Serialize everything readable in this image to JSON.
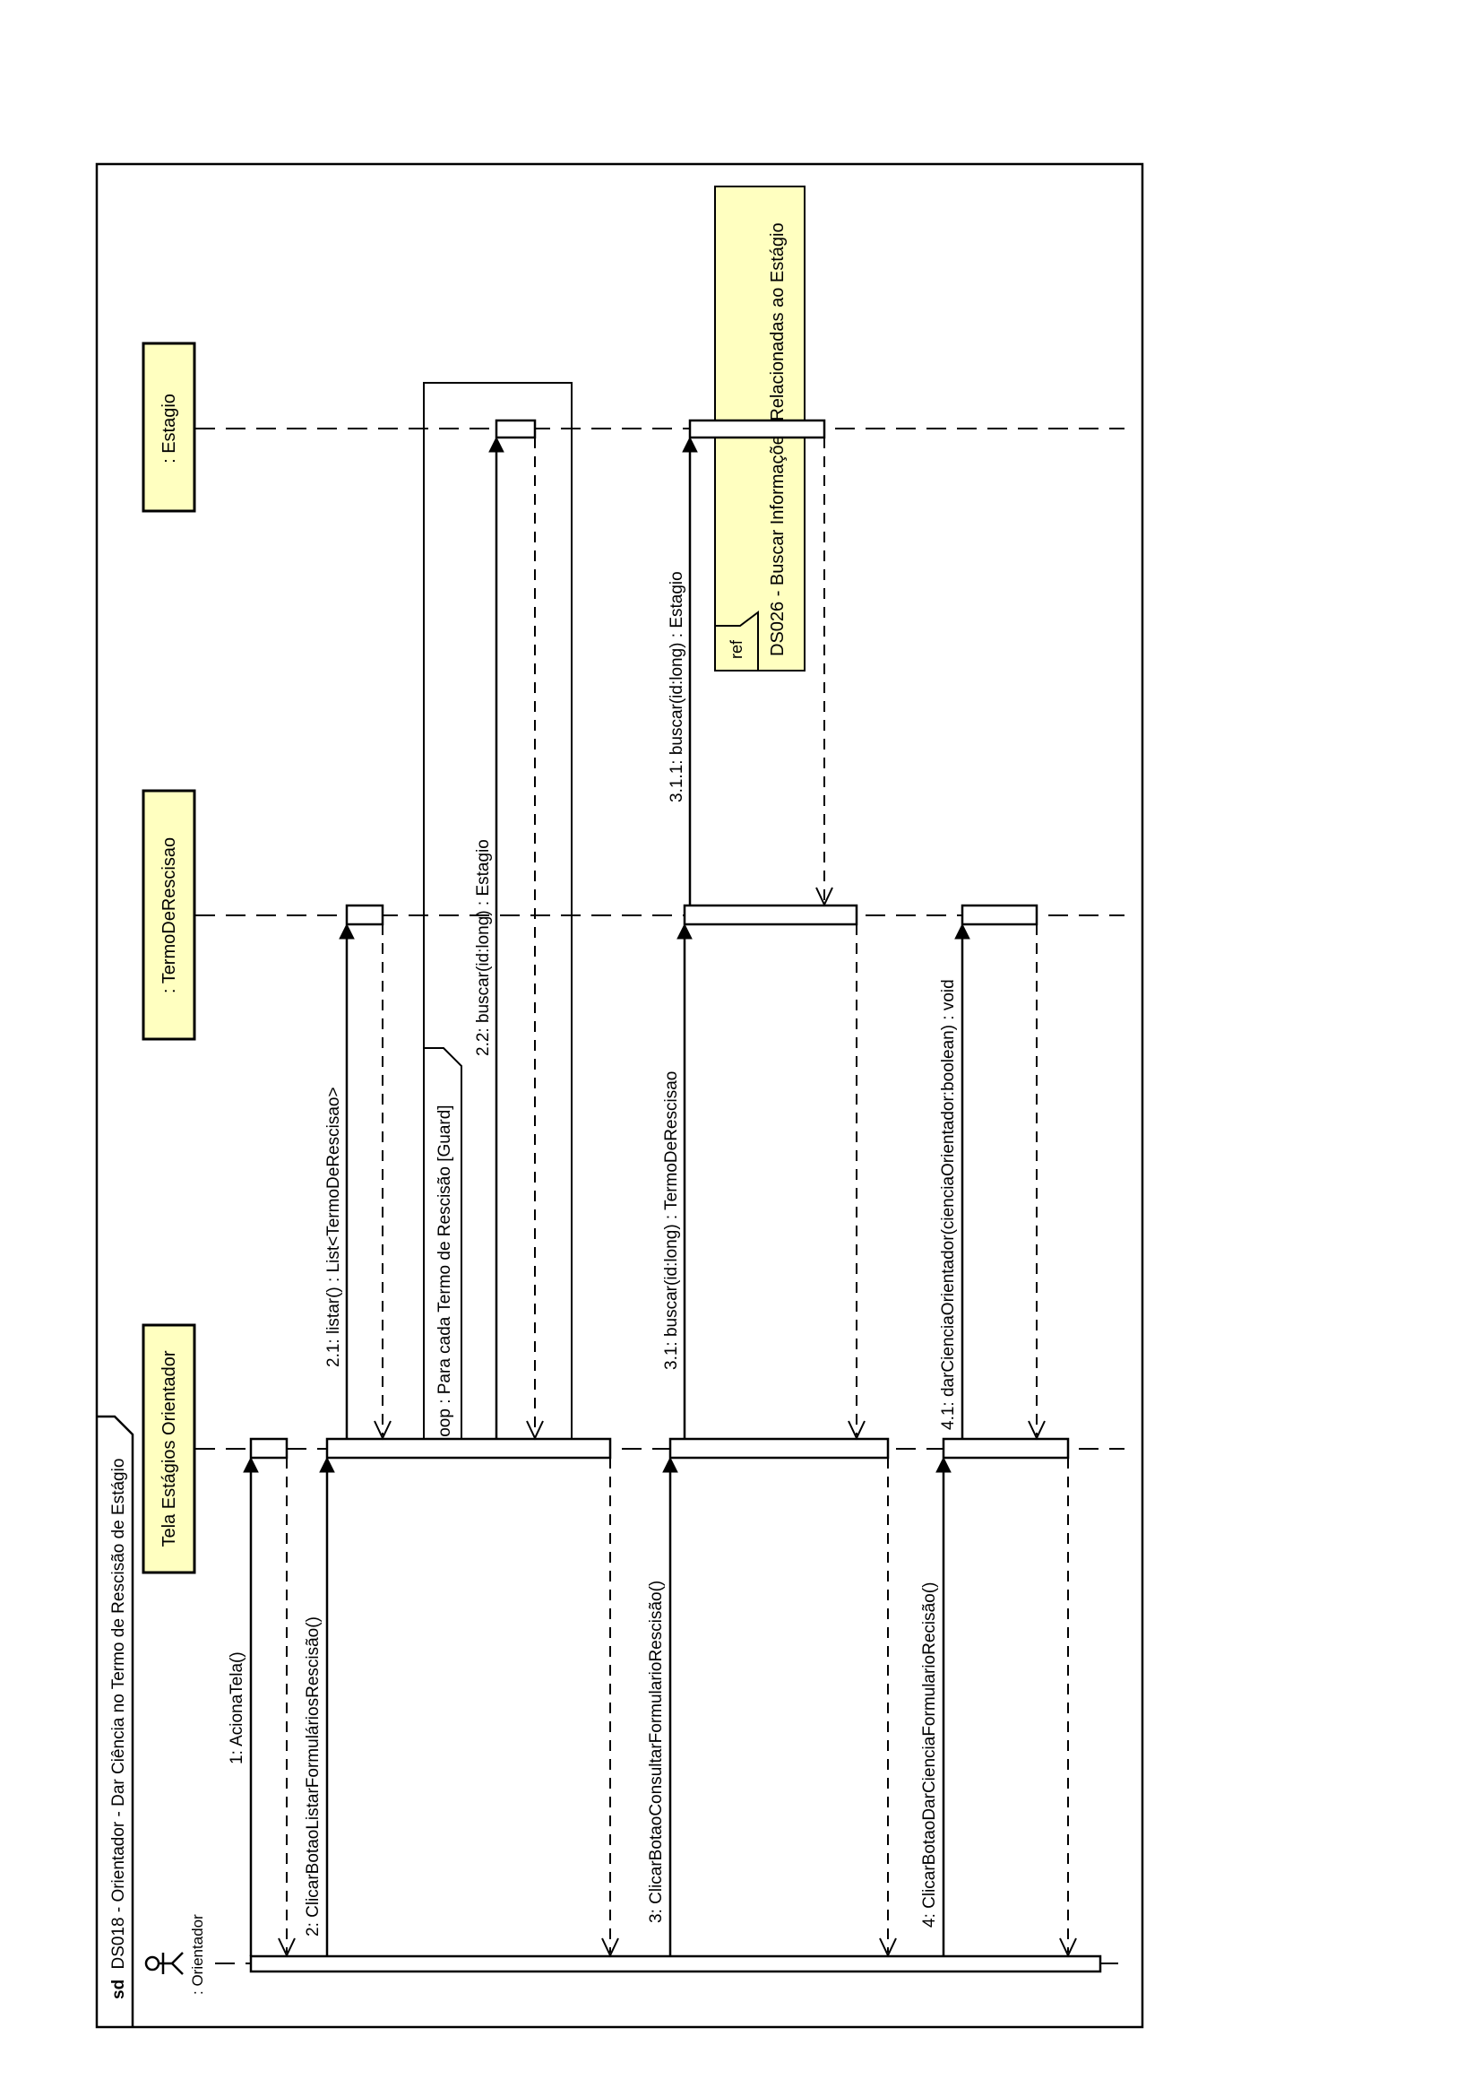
{
  "frame": {
    "prefix": "sd",
    "title": "DS018 - Orientador - Dar Ciência no Termo de Rescisão de Estágio"
  },
  "lifelines": {
    "actor": ": Orientador",
    "tela": "Tela Estágios Orientador",
    "termo": ": TermoDeRescisao",
    "estagio": ": Estagio"
  },
  "messages": {
    "m1": "1: AcionaTela()",
    "m2": "2: ClicarBotaoListarFormuláriosRescisão()",
    "m21": "2.1: listar() : List<TermoDeRescisao>",
    "m22": "2.2: buscar(id:long) : Estagio",
    "m3": "3: ClicarBotaoConsultarFormularioRescisão()",
    "m31": "3.1: buscar(id:long) : TermoDeRescisao",
    "m311": "3.1.1: buscar(id:long) : Estagio",
    "m4": "4: ClicarBotaoDarCienciaFormularioRecisão()",
    "m41": "4.1: darCienciaOrientador(cienciaOrientador:boolean) : void"
  },
  "loop": {
    "label": "loop : Para cada Termo de Rescisão  [Guard]"
  },
  "ref": {
    "tag": "ref",
    "label": "DS026 - Buscar Informações Relacionadas ao Estágio"
  }
}
